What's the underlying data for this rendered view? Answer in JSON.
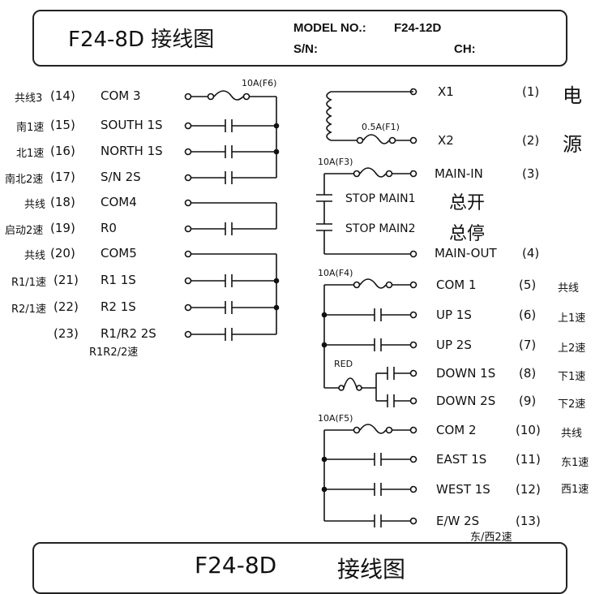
{
  "header": {
    "title": "F24-8D 接线图",
    "model_label": "MODEL NO.:",
    "model_value": "F24-12D",
    "sn_label": "S/N:",
    "ch_label": "CH:"
  },
  "footer": {
    "code": "F24-8D",
    "title": "接线图"
  },
  "left_terminals": [
    {
      "cn": "共线3",
      "num": "(14)",
      "name": "COM 3"
    },
    {
      "cn": "南1速",
      "num": "(15)",
      "name": "SOUTH 1S"
    },
    {
      "cn": "北1速",
      "num": "(16)",
      "name": "NORTH 1S"
    },
    {
      "cn": "南北2速",
      "num": "(17)",
      "name": "S/N 2S"
    },
    {
      "cn": "共线",
      "num": "(18)",
      "name": "COM4"
    },
    {
      "cn": "启动2速",
      "num": "(19)",
      "name": "R0"
    },
    {
      "cn": "共线",
      "num": "(20)",
      "name": "COM5"
    },
    {
      "cn": "R1/1速",
      "num": "(21)",
      "name": "R1 1S"
    },
    {
      "cn": "R2/1速",
      "num": "(22)",
      "name": "R2 1S"
    },
    {
      "cn": "",
      "num": "(23)",
      "name": "R1/R2 2S"
    }
  ],
  "left_notes": {
    "r1r2": "R1R2/2速",
    "fuse_f6": "10A(F6)"
  },
  "right_terminals": [
    {
      "name": "X1",
      "num": "(1)",
      "cn": "电"
    },
    {
      "name": "X2",
      "num": "(2)",
      "cn": "源"
    },
    {
      "name": "MAIN-IN",
      "num": "(3)",
      "cn": ""
    },
    {
      "name": "MAIN-OUT",
      "num": "(4)",
      "cn": ""
    },
    {
      "name": "COM 1",
      "num": "(5)",
      "cn": "共线"
    },
    {
      "name": "UP 1S",
      "num": "(6)",
      "cn": "上1速"
    },
    {
      "name": "UP 2S",
      "num": "(7)",
      "cn": "上2速"
    },
    {
      "name": "DOWN 1S",
      "num": "(8)",
      "cn": "下1速"
    },
    {
      "name": "DOWN 2S",
      "num": "(9)",
      "cn": "下2速"
    },
    {
      "name": "COM 2",
      "num": "(10)",
      "cn": "共线"
    },
    {
      "name": "EAST 1S",
      "num": "(11)",
      "cn": "东1速"
    },
    {
      "name": "WEST 1S",
      "num": "(12)",
      "cn": "西1速"
    },
    {
      "name": "E/W 2S",
      "num": "(13)",
      "cn": ""
    }
  ],
  "right_notes": {
    "fuse_f1": "0.5A(F1)",
    "fuse_f3": "10A(F3)",
    "fuse_f4": "10A(F4)",
    "fuse_f5": "10A(F5)",
    "stop_main1": "STOP MAIN1",
    "stop_main2": "STOP MAIN2",
    "zong_kai": "总开",
    "zong_ting": "总停",
    "red": "RED",
    "ew2": "东/西2速"
  }
}
